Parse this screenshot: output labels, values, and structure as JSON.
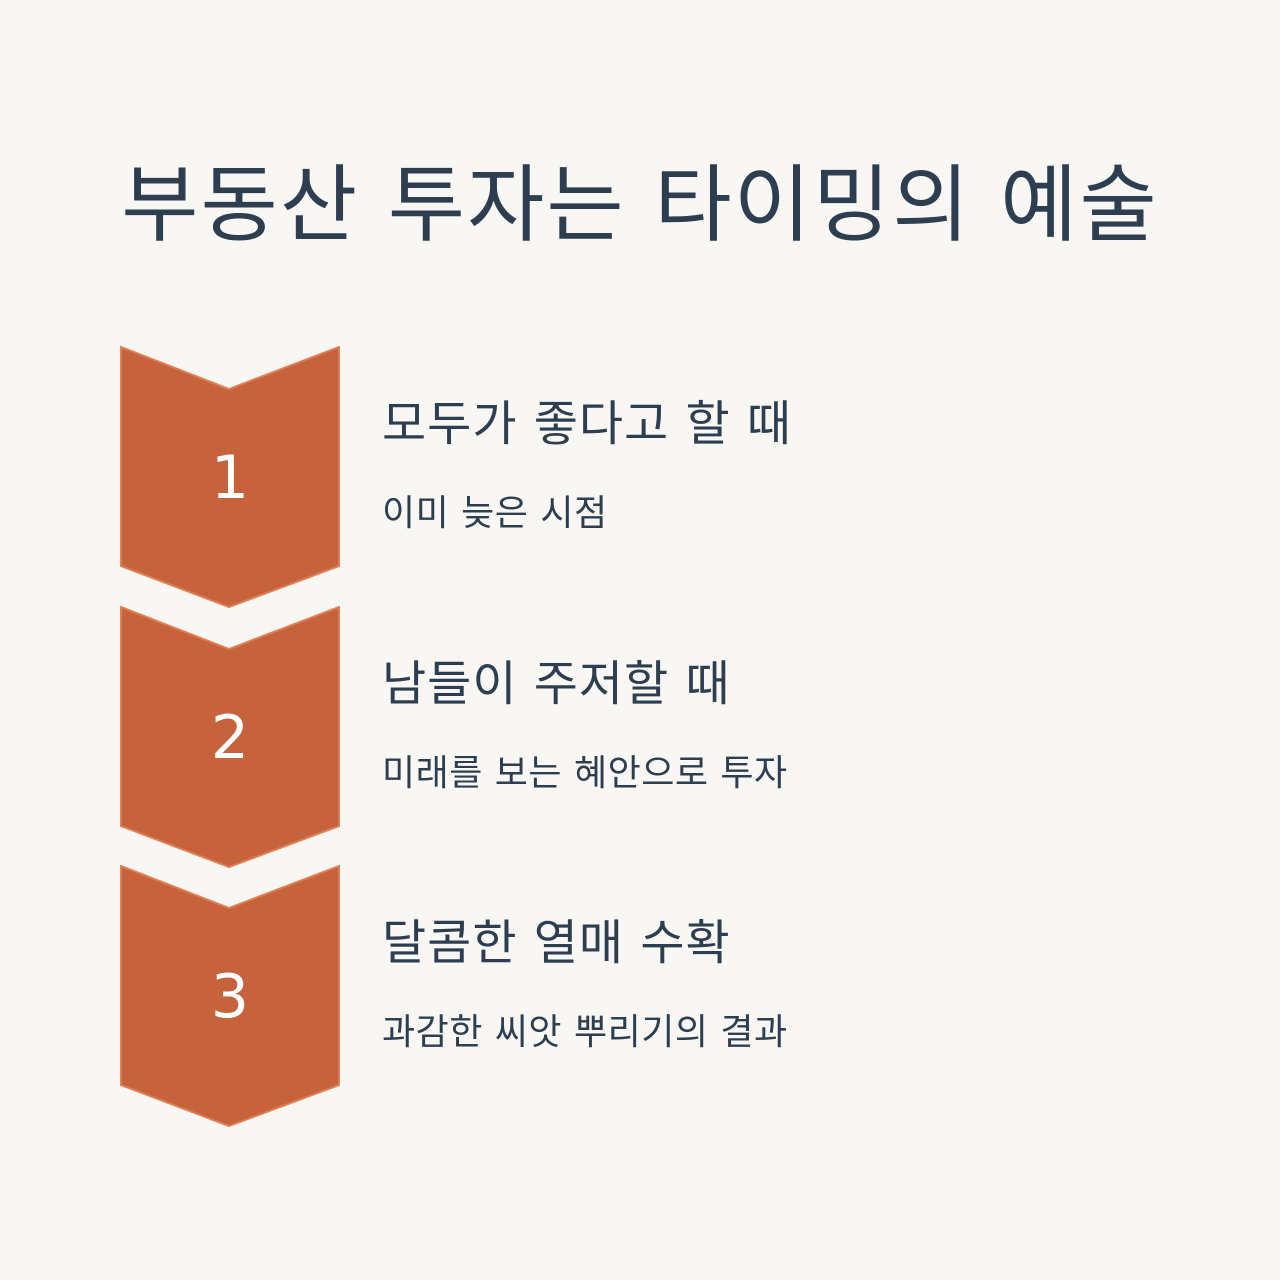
{
  "title": "부동산 투자는 타이밍의 예술",
  "colors": {
    "background": "#f9f7f3",
    "title_text": "#2c3e50",
    "body_text": "#2c3e50",
    "chevron_fill": "#c6633d",
    "chevron_stroke": "#e07e54",
    "number_text": "#ffffff"
  },
  "steps": [
    {
      "number": "1",
      "heading": "모두가 좋다고 할 때",
      "subtext": "이미 늦은 시점"
    },
    {
      "number": "2",
      "heading": "남들이 주저할 때",
      "subtext": "미래를 보는 혜안으로 투자"
    },
    {
      "number": "3",
      "heading": "달콤한 열매 수확",
      "subtext": "과감한 씨앗 뿌리기의 결과"
    }
  ]
}
